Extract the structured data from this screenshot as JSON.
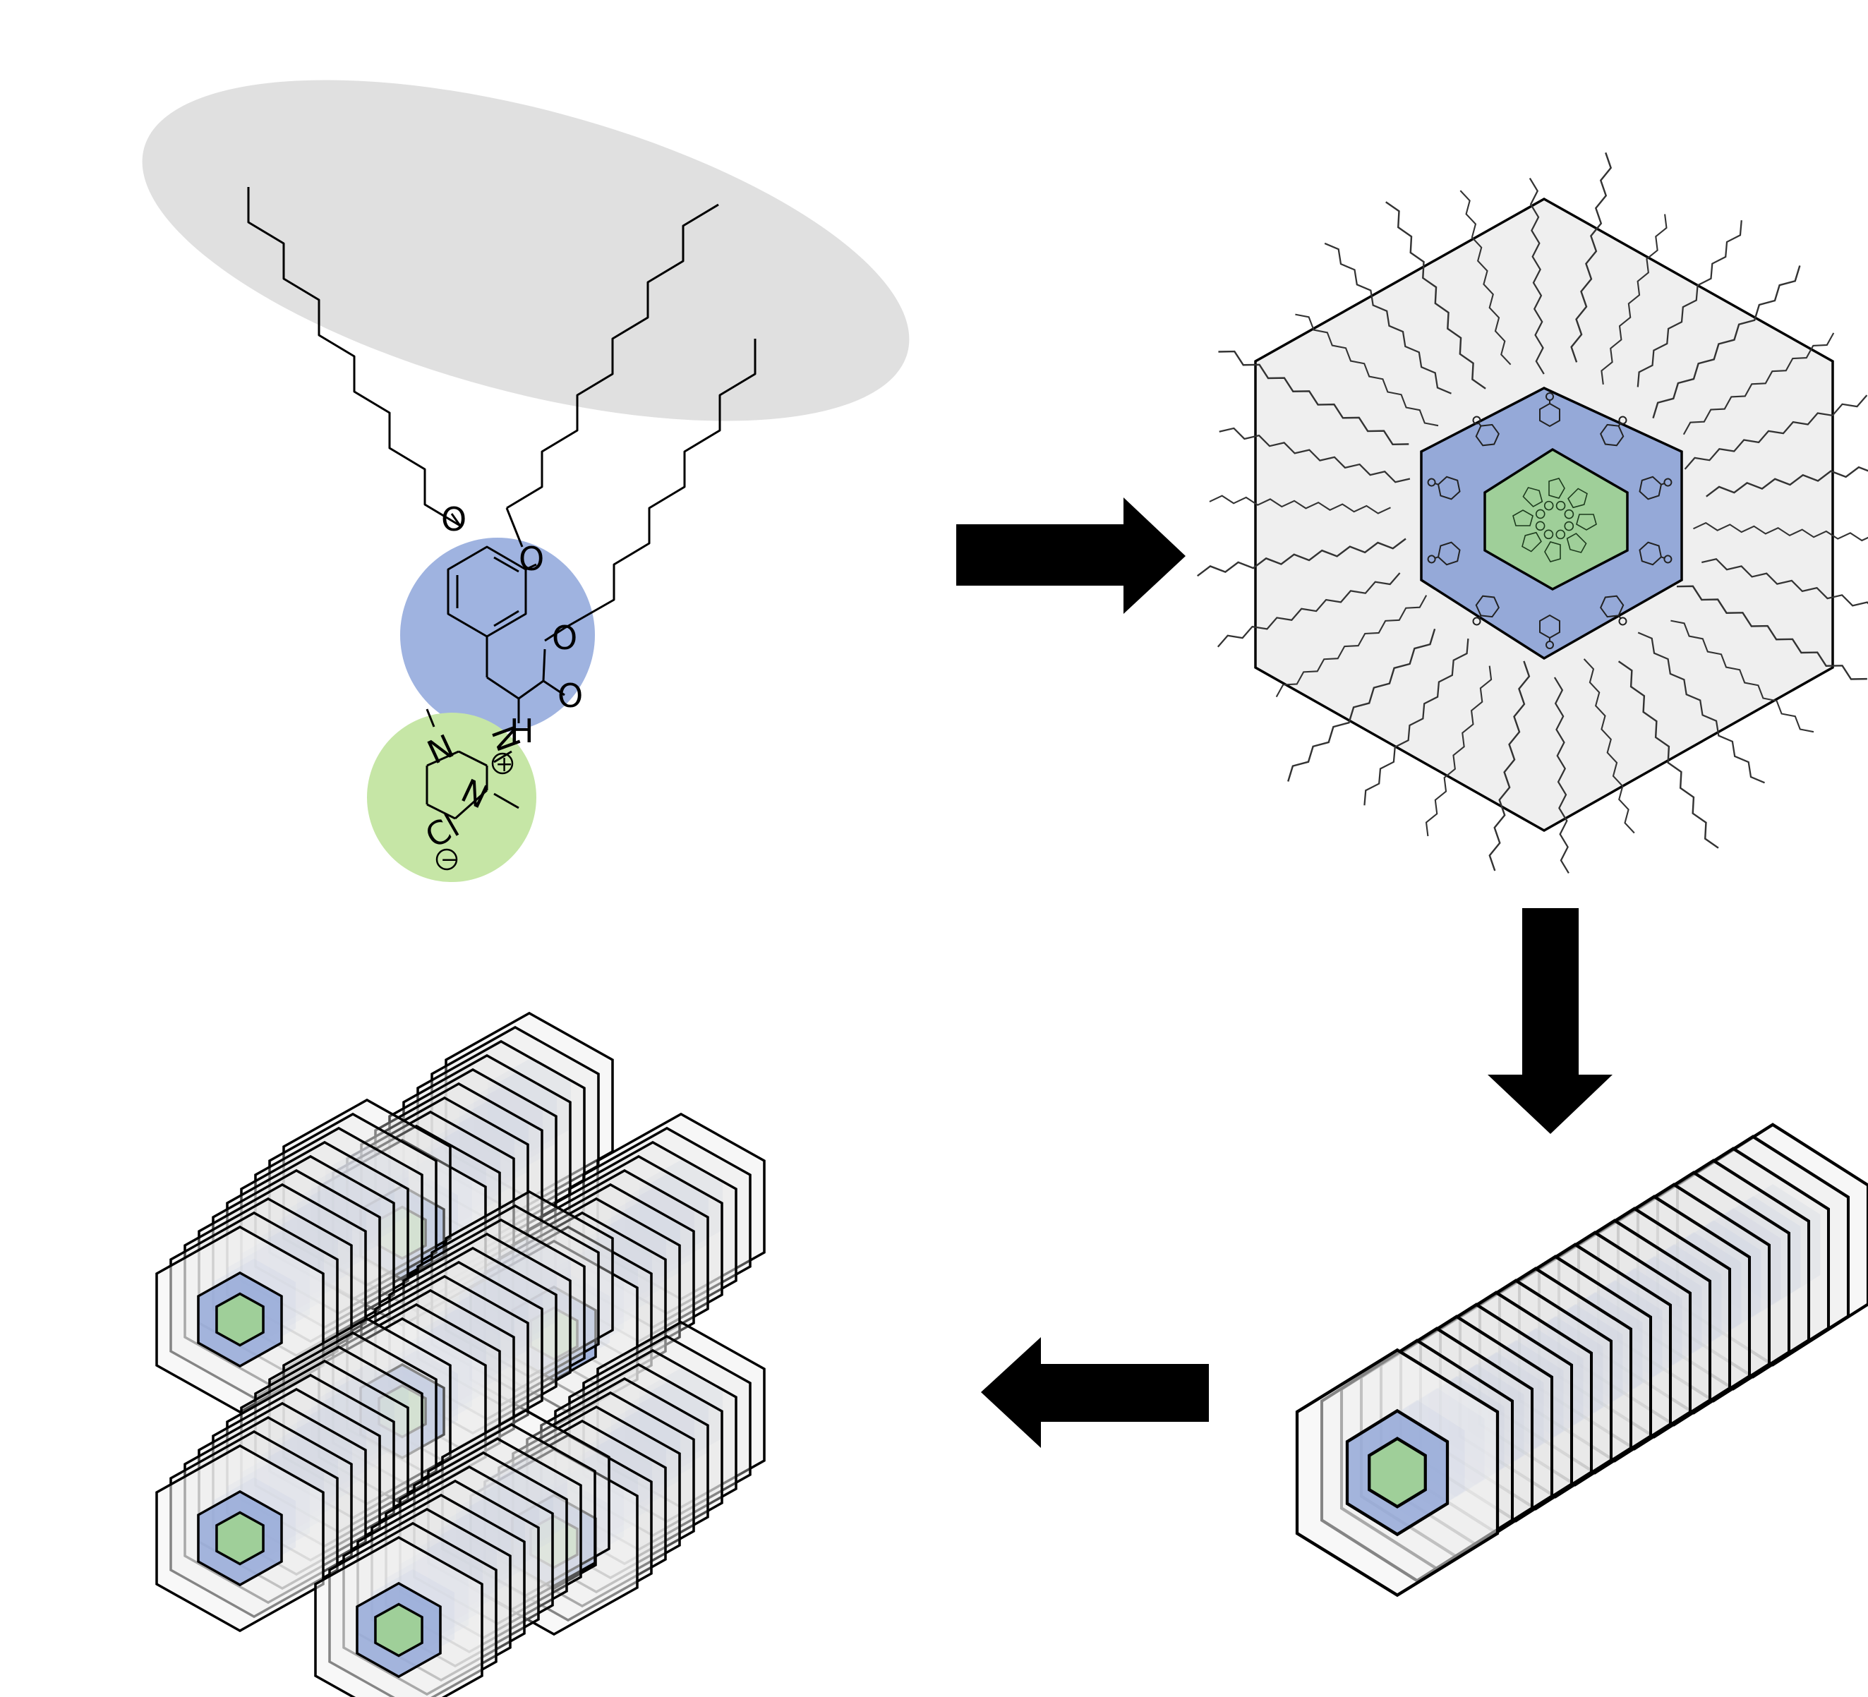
{
  "molecule": {
    "atoms": {
      "o_ether_1": "O",
      "o_ether_2": "O",
      "o_ester_single": "O",
      "o_carbonyl": "O",
      "n_amide": "N",
      "h_amide": "H",
      "n_ring_1": "N",
      "n_ring_2": "N",
      "cl_counterion": "Cl"
    },
    "charges": {
      "cation": "+",
      "anion": "−"
    }
  },
  "colors": {
    "tail_region": "#e0e0e0",
    "aromatic_region": "#9fb3e0",
    "ionic_region": "#c6e6a6",
    "hexagon_fill": "#efefef",
    "blue_hexagon": "#95a9d8",
    "green_hexagon": "#9fcf99",
    "arrow": "#000000"
  },
  "steps": [
    "single molecule",
    "disk (cross-section)",
    "column",
    "hexagonal columnar lattice"
  ]
}
